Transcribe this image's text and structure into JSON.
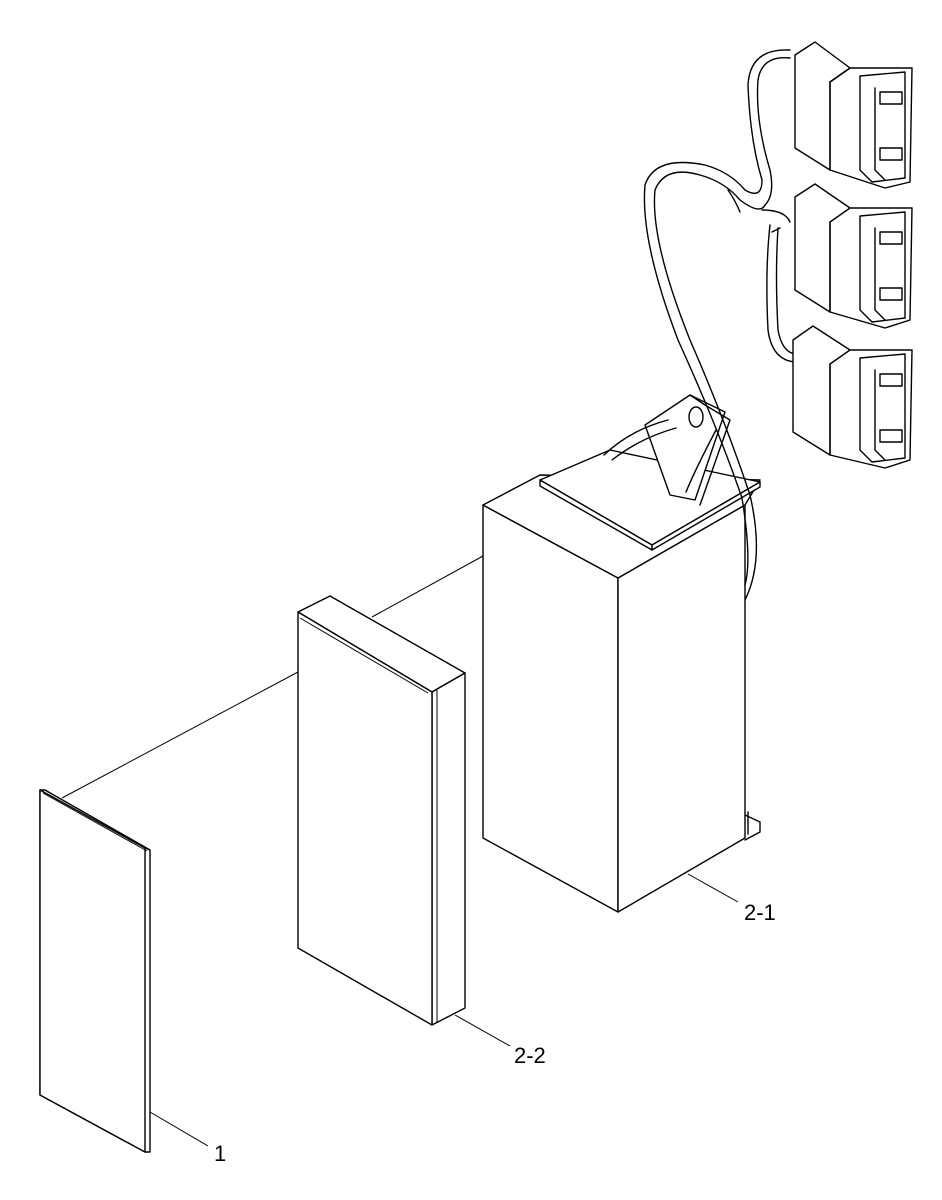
{
  "callouts": {
    "part_1": "1",
    "part_2_2": "2-2",
    "part_2_1": "2-1"
  }
}
